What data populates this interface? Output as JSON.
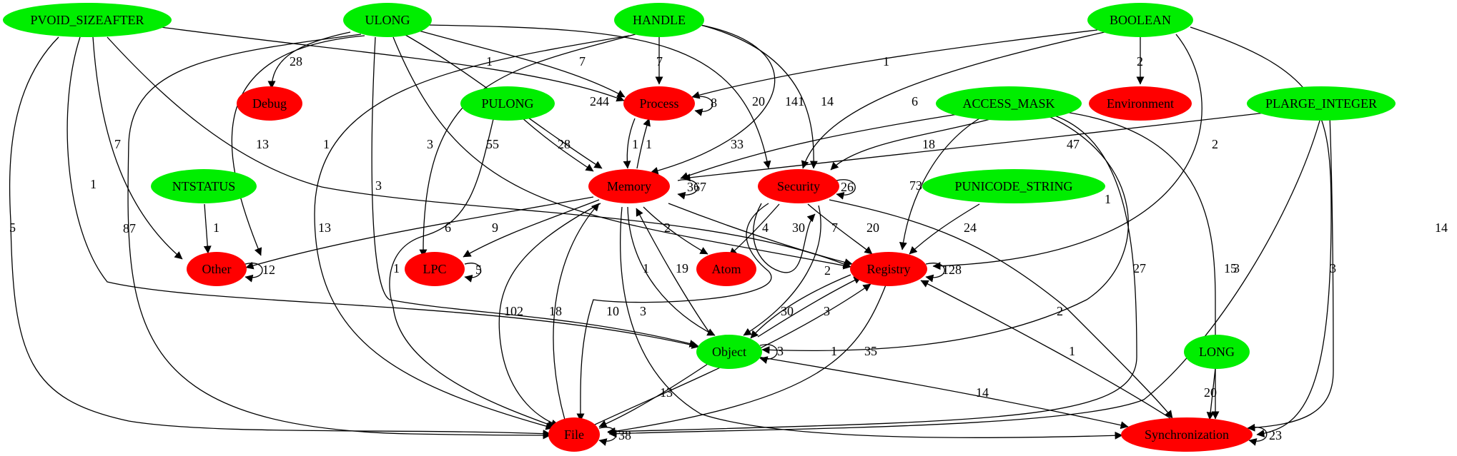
{
  "colors": {
    "type_node": "#00ee00",
    "category_node": "#ff0000",
    "edge": "#000000"
  },
  "nodes": {
    "pvoid_sizeafter": "PVOID_SIZEAFTER",
    "ulong": "ULONG",
    "handle": "HANDLE",
    "boolean": "BOOLEAN",
    "debug": "Debug",
    "pulong": "PULONG",
    "process": "Process",
    "access_mask": "ACCESS_MASK",
    "environment": "Environment",
    "plarge_integer": "PLARGE_INTEGER",
    "ntstatus": "NTSTATUS",
    "memory": "Memory",
    "security": "Security",
    "punicode_string": "PUNICODE_STRING",
    "other": "Other",
    "lpc": "LPC",
    "atom": "Atom",
    "registry": "Registry",
    "object": "Object",
    "long": "LONG",
    "file": "File",
    "synchronization": "Synchronization"
  },
  "edge_labels": {
    "pvoid_process": "1",
    "pvoid_other": "7",
    "pvoid_registry": "1",
    "pvoid_object": "1",
    "pvoid_file": "5",
    "ulong_debug": "28",
    "ulong_process": "7",
    "ulong_memory": "244",
    "ulong_security": "20",
    "ulong_other": "13",
    "ulong_object": "3",
    "ulong_registry": "55",
    "ulong_file": "87",
    "handle_process": "7",
    "handle_memory": "141",
    "handle_security": "14",
    "handle_lpc": "3",
    "handle_file": "13",
    "boolean_process": "1",
    "boolean_environment": "2",
    "boolean_security": "6",
    "boolean_registry": "2",
    "boolean_sync": "14",
    "process_self": "8",
    "process_memory": "1",
    "memory_process": "1",
    "pulong_memory": "28",
    "pulong_file": "1",
    "access_memory": "33",
    "access_security": "18",
    "access_registry": "73",
    "access_object": "1",
    "access_file": "27",
    "access_sync": "15",
    "plarge_memory": "47",
    "plarge_file": "3",
    "plarge_sync": "3",
    "ntstatus_other": "1",
    "memory_self": "367",
    "memory_other": "6",
    "memory_lpc": "9",
    "memory_atom": "2",
    "memory_registry": "30",
    "memory_object": "1",
    "memory_file": "102",
    "memory_sync": "3",
    "security_self": "26",
    "security_atom": "4",
    "security_registry": "20",
    "security_object": "2",
    "security_file": "10",
    "security_memory": "7",
    "security_sync": "2",
    "punicode_registry": "24",
    "other_self": "12",
    "lpc_self": "5",
    "registry_self": "128",
    "registry_object": "30",
    "object_registry": "3",
    "registry_file": "35",
    "object_self": "3",
    "object_memory": "19",
    "object_file": "13",
    "object_sync": "14",
    "file_memory": "18",
    "file_registry": "1",
    "sync_registry": "1",
    "file_self": "38",
    "long_sync": "20",
    "sync_self": "23"
  }
}
